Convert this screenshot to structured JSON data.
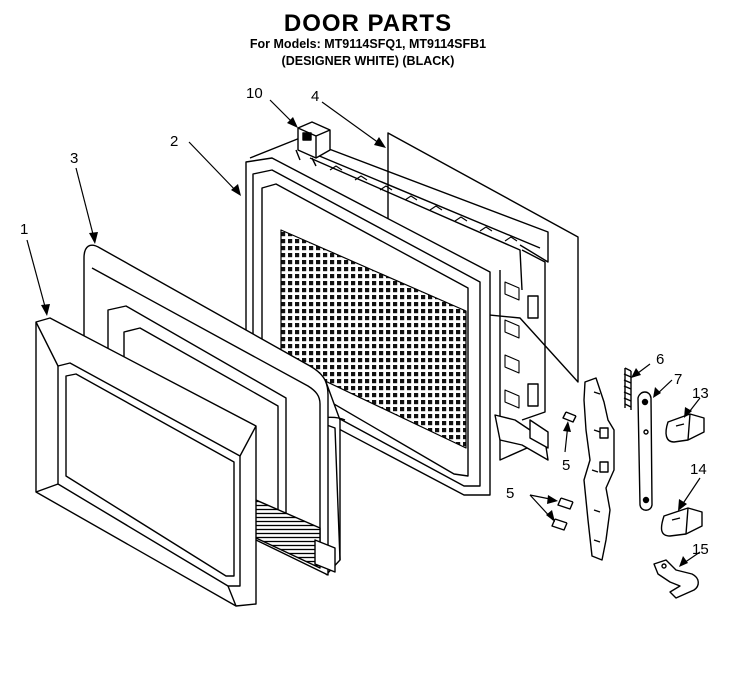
{
  "header": {
    "title": "DOOR PARTS",
    "models": "For Models: MT9114SFQ1, MT9114SFB1",
    "variants": "(DESIGNER WHITE)  (BLACK)"
  },
  "callouts": {
    "c1": "1",
    "c2": "2",
    "c3": "3",
    "c4": "4",
    "c5a": "5",
    "c5b": "5",
    "c6": "6",
    "c7": "7",
    "c10": "10",
    "c13": "13",
    "c14": "14",
    "c15": "15"
  }
}
